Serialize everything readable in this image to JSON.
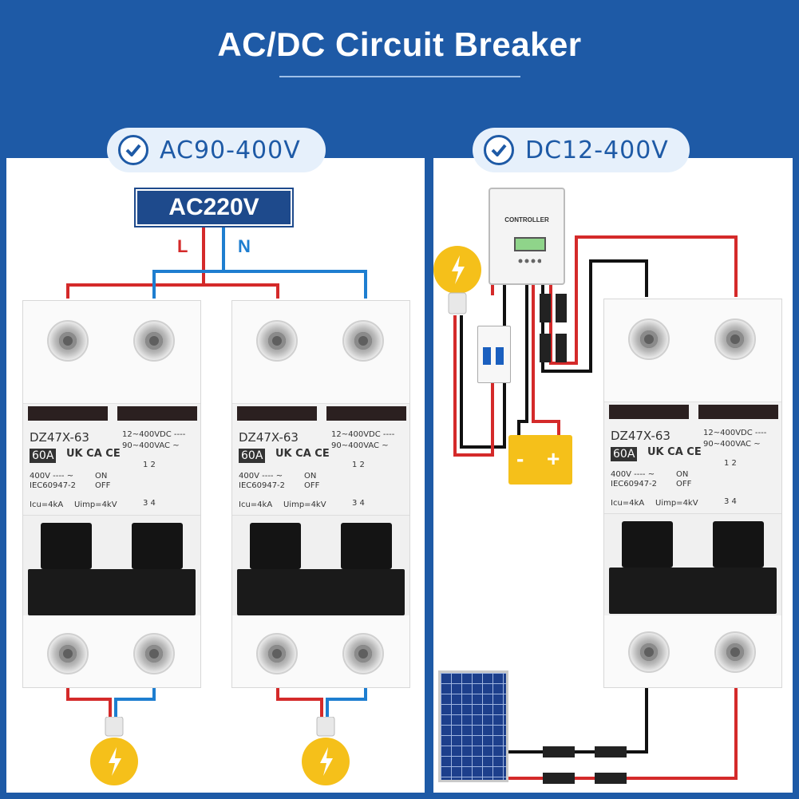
{
  "title": "AC/DC Circuit Breaker",
  "left_panel": {
    "pill_label": "AC90-400V",
    "source_label": "AC220V",
    "wire_live": "L",
    "wire_neutral": "N"
  },
  "right_panel": {
    "pill_label": "DC12-400V",
    "controller_label": "CONTROLLER",
    "battery_minus": "-",
    "battery_plus": "+"
  },
  "breaker": {
    "model": "DZ47X-63",
    "rating": "60A",
    "cert": "UK CA CE",
    "dc_rating": "12~400VDC ----",
    "ac_rating": "90~400VAC ~",
    "voltage": "400V ---- ~",
    "standard": "IEC60947-2",
    "on": "ON",
    "off": "OFF",
    "poles_top": "1 2",
    "poles_bottom": "3 4",
    "icu": "Icu=4kA",
    "uimp": "Uimp=4kV"
  },
  "colors": {
    "background": "#1e5aa6",
    "live": "#d42a2a",
    "neutral": "#1e7ed0",
    "bulb": "#f5c01a"
  }
}
